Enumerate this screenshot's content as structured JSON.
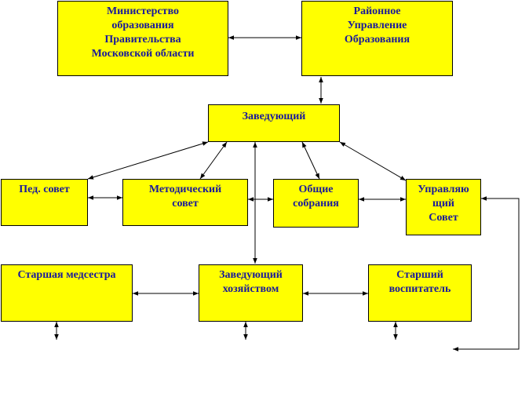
{
  "colors": {
    "box_fill": "#ffff00",
    "box_text": "#1a1a9a",
    "border": "#000000"
  },
  "nodes": {
    "ministry": "Министерство\nобразования\nПравительства\nМосковской       области",
    "district": "Районное\nУправление\nОбразования",
    "head": "Заведующий",
    "ped_council": "Пед. совет",
    "method_council": "Методический\nсовет",
    "general_meetings": "Общие\nсобрания",
    "governing_council": "Управляю\nщий\nСовет",
    "senior_nurse": "Старшая медсестра",
    "facility_manager": "Заведующий\nхозяйством",
    "senior_educator": "Старший\nвоспитатель"
  }
}
